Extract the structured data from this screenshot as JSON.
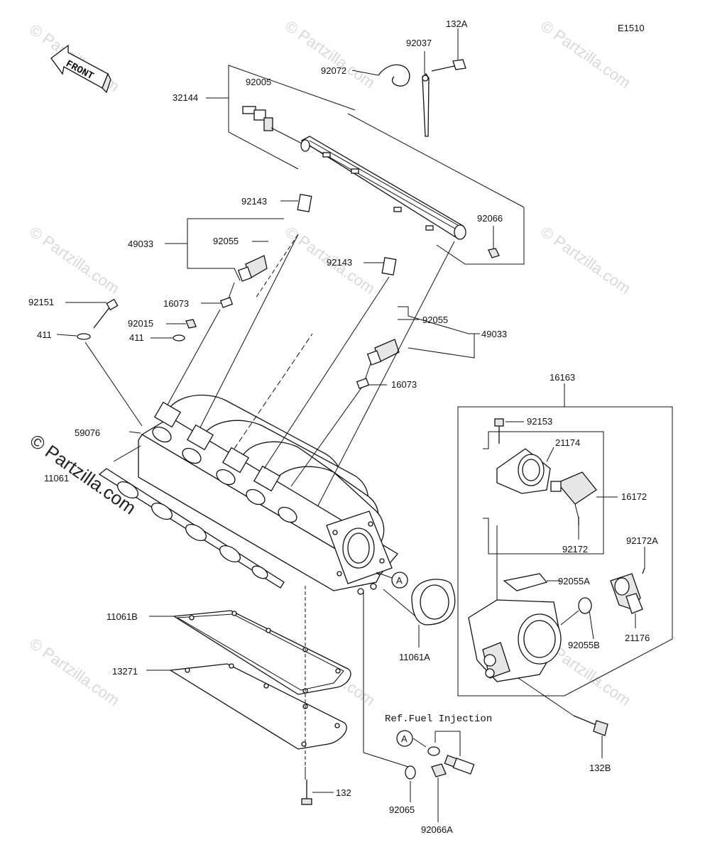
{
  "diagram_id": "E1510",
  "front_label": "FRONT",
  "ref_note": "Ref.Fuel Injection",
  "callout_letter": "A",
  "watermark_text": "© Partzilla.com",
  "labels": {
    "p132A": "132A",
    "p92037": "92037",
    "p92072": "92072",
    "p32144": "32144",
    "p92005": "92005",
    "p92143a": "92143",
    "p92143b": "92143",
    "p92066": "92066",
    "p49033a": "49033",
    "p92055a": "92055",
    "p92151": "92151",
    "p16073a": "16073",
    "p92015": "92015",
    "p411a": "411",
    "p411b": "411",
    "p92055b": "92055",
    "p49033b": "49033",
    "p16073b": "16073",
    "p16163": "16163",
    "p59076": "59076",
    "p11061": "11061",
    "p92153": "92153",
    "p21174": "21174",
    "p16172": "16172",
    "p92172": "92172",
    "p92172A": "92172A",
    "p92055A": "92055A",
    "p92055B": "92055B",
    "p21176": "21176",
    "p11061A": "11061A",
    "p11061B": "11061B",
    "p13271": "13271",
    "p132B": "132B",
    "p132": "132",
    "p92065": "92065",
    "p92066A": "92066A"
  }
}
